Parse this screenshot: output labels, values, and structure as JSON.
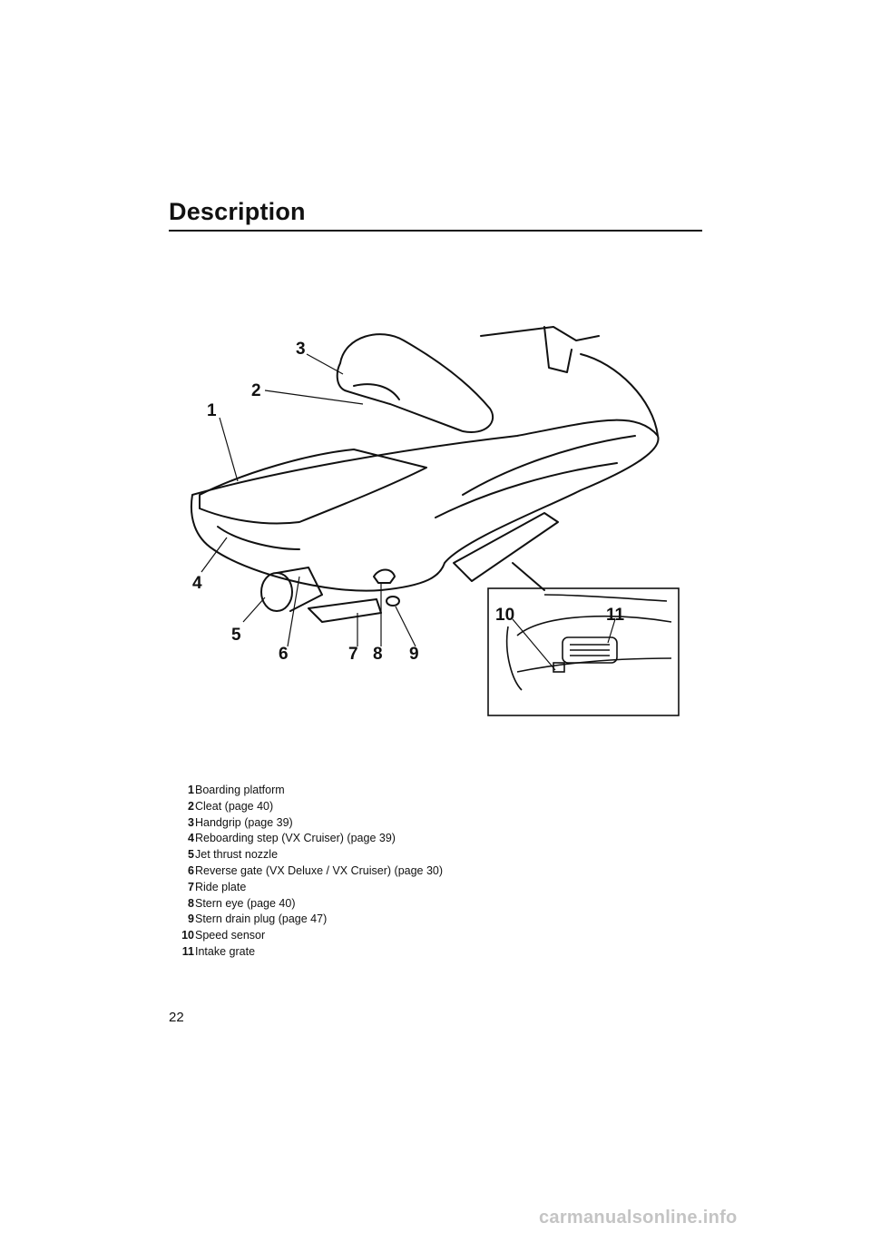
{
  "page": {
    "title": "Description",
    "page_number": "22",
    "watermark": "carmanualsonline.info"
  },
  "callouts": [
    "1",
    "2",
    "3",
    "4",
    "5",
    "6",
    "7",
    "8",
    "9",
    "10",
    "11"
  ],
  "legend": [
    {
      "num": "1",
      "text": "Boarding platform"
    },
    {
      "num": "2",
      "text": "Cleat (page 40)"
    },
    {
      "num": "3",
      "text": "Handgrip (page 39)"
    },
    {
      "num": "4",
      "text": "Reboarding step (VX Cruiser) (page 39)"
    },
    {
      "num": "5",
      "text": "Jet thrust nozzle"
    },
    {
      "num": "6",
      "text": "Reverse gate (VX Deluxe / VX Cruiser) (page 30)"
    },
    {
      "num": "7",
      "text": "Ride plate"
    },
    {
      "num": "8",
      "text": "Stern eye (page 40)"
    },
    {
      "num": "9",
      "text": "Stern drain plug (page 47)"
    },
    {
      "num": "10",
      "text": "Speed sensor"
    },
    {
      "num": "11",
      "text": "Intake grate"
    }
  ]
}
